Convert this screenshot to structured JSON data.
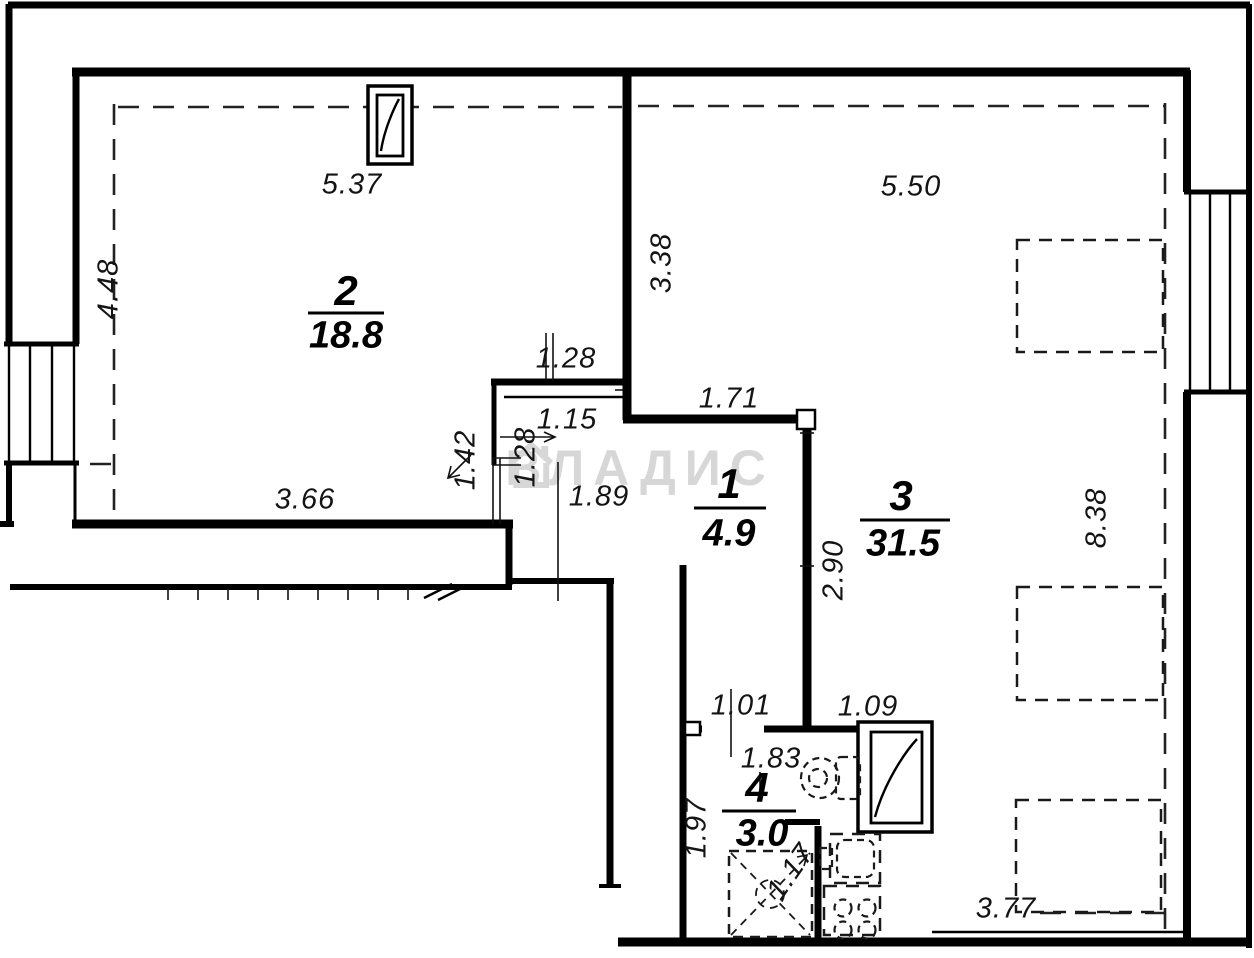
{
  "plan_title": "apartment-floor-plan",
  "watermark": {
    "text": "ВЛАДИС",
    "color": "#d7d7d7"
  },
  "wall_color": "#000000",
  "rooms": [
    {
      "number": "2",
      "area": "18.8"
    },
    {
      "number": "1",
      "area": "4.9"
    },
    {
      "number": "3",
      "area": "31.5"
    },
    {
      "number": "4",
      "area": "3.0"
    }
  ],
  "dims": [
    "5.37",
    "4.48",
    "5.50",
    "3.38",
    "1.28",
    "1.15",
    "1.71",
    "1.42",
    "1.28",
    "1.89",
    "2.90",
    "8.38",
    "3.66",
    "1.01",
    "1.09",
    "1.83",
    "1.97",
    "1.17",
    "3.77"
  ]
}
